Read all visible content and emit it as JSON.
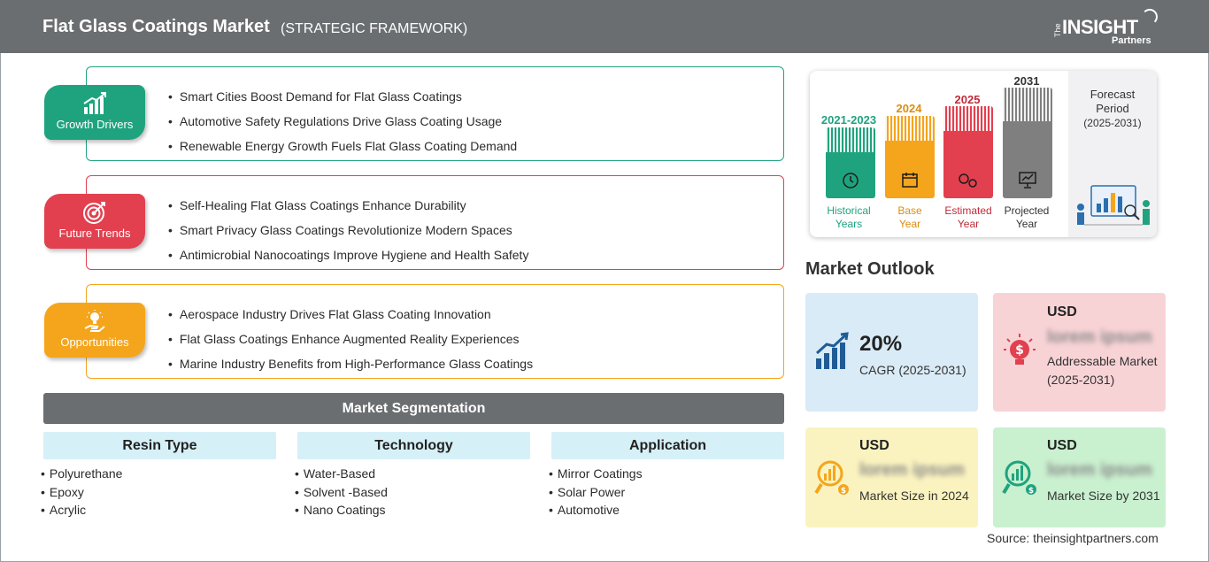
{
  "header": {
    "title": "Flat Glass Coatings Market",
    "subtitle": "(STRATEGIC FRAMEWORK)",
    "logo": {
      "the": "The",
      "insight": "INSIGHT",
      "partners": "Partners"
    }
  },
  "sections": [
    {
      "badge": "Growth Drivers",
      "icon": "growth-chart-icon",
      "color": "#1fa37e",
      "items": [
        "Smart Cities Boost Demand for Flat Glass Coatings",
        "Automotive Safety Regulations Drive Glass Coating Usage",
        "Renewable Energy Growth Fuels Flat Glass Coating Demand"
      ]
    },
    {
      "badge": "Future Trends",
      "icon": "target-icon",
      "color": "#e2404f",
      "items": [
        "Self-Healing Flat Glass Coatings Enhance Durability",
        "Smart Privacy Glass Coatings Revolutionize Modern Spaces",
        "Antimicrobial Nanocoatings Improve Hygiene and Health Safety"
      ]
    },
    {
      "badge": "Opportunities",
      "icon": "lightbulb-hand-icon",
      "color": "#f5a51c",
      "items": [
        "Aerospace Industry Drives Flat Glass Coating Innovation",
        "Flat Glass Coatings Enhance Augmented Reality Experiences",
        "Marine Industry Benefits from High-Performance Glass Coatings"
      ]
    }
  ],
  "segmentation": {
    "title": "Market Segmentation",
    "columns": [
      {
        "heading": "Resin Type",
        "items": [
          "Polyurethane",
          "Epoxy",
          "Acrylic"
        ]
      },
      {
        "heading": "Technology",
        "items": [
          "Water-Based",
          "Solvent -Based",
          "Nano Coatings"
        ]
      },
      {
        "heading": "Application",
        "items": [
          "Mirror Coatings",
          "Solar Power",
          "Automotive"
        ]
      }
    ]
  },
  "timeline": {
    "periods": [
      {
        "year": "2021-2023",
        "label1": "Historical",
        "label2": "Years",
        "color": "#1fa37e",
        "icon": "history-icon"
      },
      {
        "year": "2024",
        "label1": "Base",
        "label2": "Year",
        "color": "#f5a51c",
        "icon": "calendar-icon"
      },
      {
        "year": "2025",
        "label1": "Estimated",
        "label2": "Year",
        "color": "#e2404f",
        "icon": "gears-icon"
      },
      {
        "year": "2031",
        "label1": "Projected",
        "label2": "Year",
        "color": "#7f7f7f",
        "icon": "presentation-icon"
      }
    ],
    "forecast": {
      "title": "Forecast Period",
      "range": "(2025-2031)"
    }
  },
  "outlook": {
    "title": "Market Outlook",
    "tiles": [
      {
        "big": "20%",
        "desc": "CAGR (2025-2031)",
        "color": "#d9ebf6",
        "icon": "bar-growth-icon"
      },
      {
        "usd": "USD",
        "blur": "lorem ipsum",
        "desc": "Addressable Market (2025-2031)",
        "color": "#f8d3d6",
        "icon": "dollar-bulb-icon"
      },
      {
        "usd": "USD",
        "blur": "lorem ipsum",
        "desc": "Market Size in 2024",
        "color": "#fbf3bf",
        "icon": "market-size-icon"
      },
      {
        "usd": "USD",
        "blur": "lorem ipsum",
        "desc": "Market Size by 2031",
        "color": "#c9f0cf",
        "icon": "market-forecast-icon"
      }
    ]
  },
  "source": "Source: theinsightpartners.com"
}
